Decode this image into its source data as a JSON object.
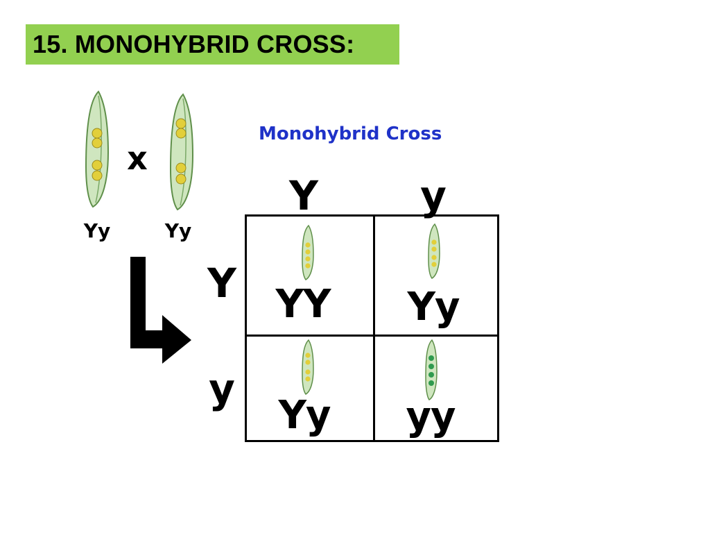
{
  "slide": {
    "title": "15. MONOHYBRID CROSS:"
  },
  "diagram": {
    "title": "Monohybrid Cross",
    "title_color": "#1f32c8",
    "cross_symbol": "x",
    "parents": [
      {
        "genotype": "Yy",
        "seed_color": "yellow"
      },
      {
        "genotype": "Yy",
        "seed_color": "yellow"
      }
    ],
    "column_alleles": [
      "Y",
      "y"
    ],
    "row_alleles": [
      "Y",
      "y"
    ],
    "cells": [
      {
        "genotype": "YY",
        "seed_color": "yellow"
      },
      {
        "genotype": "Yy",
        "seed_color": "yellow"
      },
      {
        "genotype": "Yy",
        "seed_color": "yellow"
      },
      {
        "genotype": "yy",
        "seed_color": "green"
      }
    ],
    "colors": {
      "title_bar": "#92d050",
      "pod_fill": "#cfe6bf",
      "pod_stroke": "#5f8f4a",
      "yellow_seed": "#e2cf3a",
      "green_seed": "#2f9a4e"
    }
  }
}
